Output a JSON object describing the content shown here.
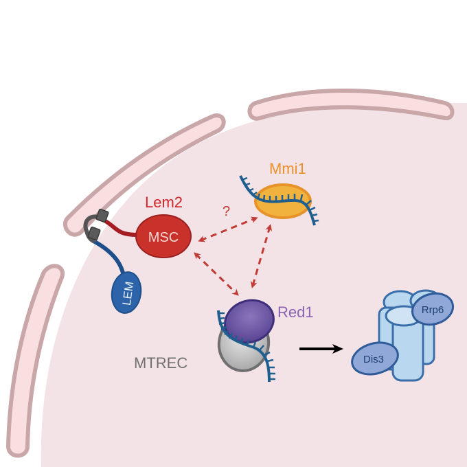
{
  "labels": {
    "lem2": "Lem2",
    "msc": "MSC",
    "lem": "LEM",
    "mmi1": "Mmi1",
    "question": "?",
    "red1": "Red1",
    "mtrec": "MTREC",
    "rrp6": "Rrp6",
    "dis3": "Dis3"
  },
  "colors": {
    "nucleoplasm": "#f3e3e6",
    "envelope_fill": "#f9dfe0",
    "envelope_stroke": "#c9a7a9",
    "lem2_red": "#c8322b",
    "lem2_label": "#d0262a",
    "lem_blue": "#2d63a8",
    "mmi1_orange": "#f1b33e",
    "mmi1_label": "#e8922a",
    "rna_blue": "#1f5f8f",
    "red1_purple": "#6e58a6",
    "red1_label": "#8a63b0",
    "mtrec_gray": "#bdbdbd",
    "mtrec_label": "#707070",
    "exosome_blue": "#b9d7ef",
    "exosome_stroke": "#3a6ea8",
    "arrow_dashed": "#c23a35"
  },
  "interactions": [
    {
      "from": "Lem2 (MSC)",
      "to": "Mmi1",
      "style": "dashed",
      "annotation": "?"
    },
    {
      "from": "Lem2 (MSC)",
      "to": "Red1",
      "style": "dashed"
    },
    {
      "from": "Mmi1",
      "to": "Red1",
      "style": "dashed"
    },
    {
      "from": "Red1 / MTREC",
      "to": "Exosome (Dis3, Rrp6)",
      "style": "solid"
    }
  ]
}
